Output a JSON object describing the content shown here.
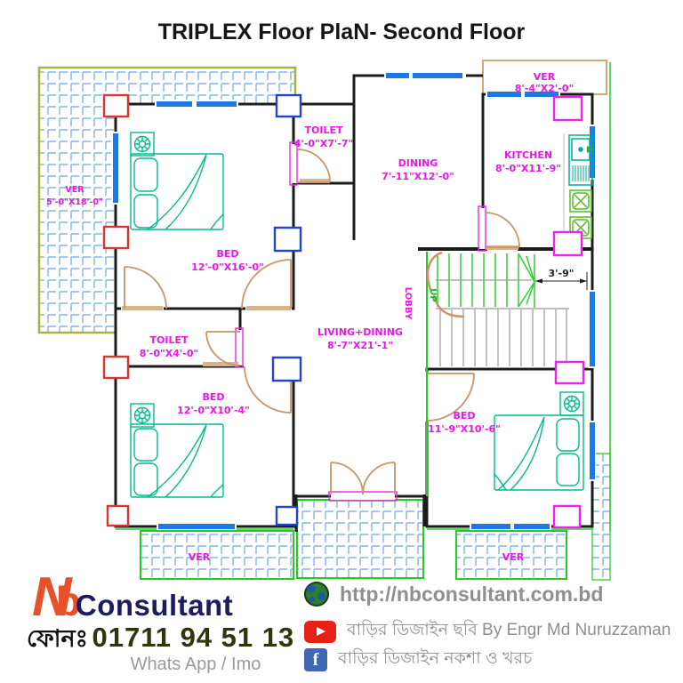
{
  "title": "TRIPLEX Floor PlaN- Second Floor",
  "rooms": [
    {
      "name": "VER",
      "dims": "5'-0\"X18'-0\""
    },
    {
      "name": "TOILET",
      "dims": "4'-0\"X7'-7\""
    },
    {
      "name": "DINING",
      "dims": "7'-11\"X12'-0\""
    },
    {
      "name": "VER",
      "dims": "8'-4\"X2'-0\""
    },
    {
      "name": "KITCHEN",
      "dims": "8'-0\"X11'-9\""
    },
    {
      "name": "BED",
      "dims": "12'-0\"X16'-0\""
    },
    {
      "name": "TOILET",
      "dims": "8'-0\"X4'-0\""
    },
    {
      "name": "LIVING+DINING",
      "dims": "8'-7\"X21'-1\""
    },
    {
      "name": "BED",
      "dims": "12'-0\"X10'-4\""
    },
    {
      "name": "BED",
      "dims": "11'-9\"X10'-6\""
    },
    {
      "name": "VER",
      "dims": ""
    },
    {
      "name": "VER",
      "dims": ""
    }
  ],
  "annotations": {
    "lobby": "LOBBY",
    "up": "UP",
    "stair_dim": "3'-9\""
  },
  "footer": {
    "logo_n": "N",
    "logo_b": "b",
    "logo_text": "Consultant",
    "phone_label": "ফোনঃ",
    "phone_number": "01711 94 51 13",
    "messaging": "Whats App / Imo",
    "website": "http://nbconsultant.com.bd",
    "youtube_text": "বাড়ির ডিজাইন ছবি By Engr Md Nuruzzaman",
    "facebook_text": "বাড়ির ডিজাইন নকশা ও খরচ"
  },
  "colors": {
    "wall": "#1c1c1c",
    "room_label": "#e816e8",
    "window_blue": "#1e78e6",
    "door_tan": "#c9946a",
    "furniture_teal": "#00bb8e",
    "stair_green": "#33cc33",
    "boundary_green": "#22cc22",
    "hatch_blue": "#82b4ea",
    "column_red": "#dd3333",
    "column_blue": "#2244cc",
    "column_magenta": "#ee22ee",
    "terrace_olive": "#a9b23c",
    "logo_orange": "#e8502a",
    "logo_navy": "#1c1c60",
    "youtube_red": "#e62117",
    "facebook_blue": "#4267b2",
    "footer_gray": "#8f8f8f"
  }
}
